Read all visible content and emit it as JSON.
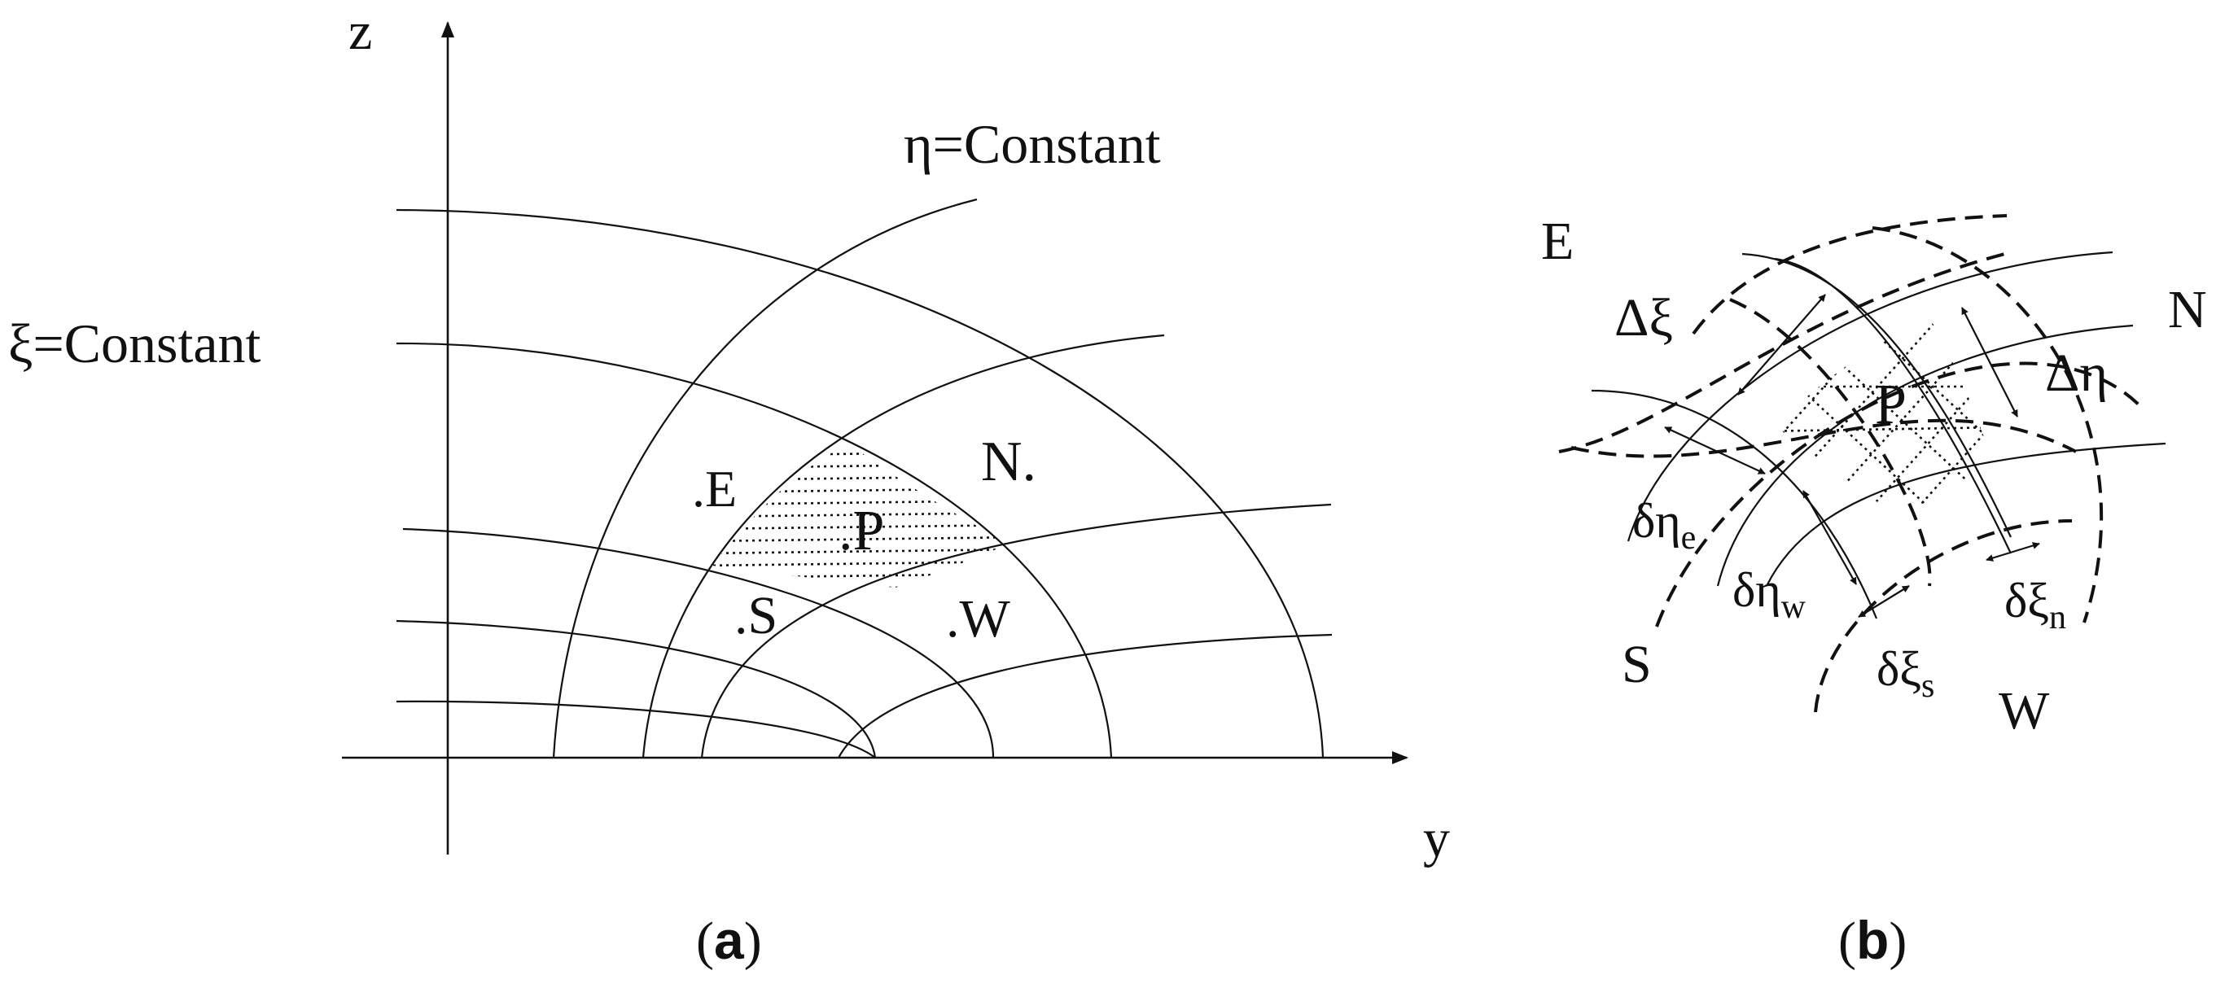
{
  "panel_a": {
    "axis_z": "z",
    "axis_y": "y",
    "eta_label": "η=Constant",
    "xi_label": "ξ=Constant",
    "node_E": ".E",
    "node_N": "N.",
    "node_P": ".P",
    "node_S": ".S",
    "node_W": ".W",
    "caption_open": "(",
    "caption_letter": "a",
    "caption_close": ")"
  },
  "panel_b": {
    "node_E": "E",
    "node_N": "N",
    "node_S": "S",
    "node_W": "W",
    "node_P": "P",
    "delta_xi": "Δξ",
    "delta_eta": "Δη",
    "d_eta_e_main": "δη",
    "d_eta_e_sub": "e",
    "d_eta_w_main": "δη",
    "d_eta_w_sub": "w",
    "d_xi_s_main": "δξ",
    "d_xi_s_sub": "s",
    "d_xi_n_main": "δξ",
    "d_xi_n_sub": "n",
    "caption_open": "(",
    "caption_letter": "b",
    "caption_close": ")"
  }
}
